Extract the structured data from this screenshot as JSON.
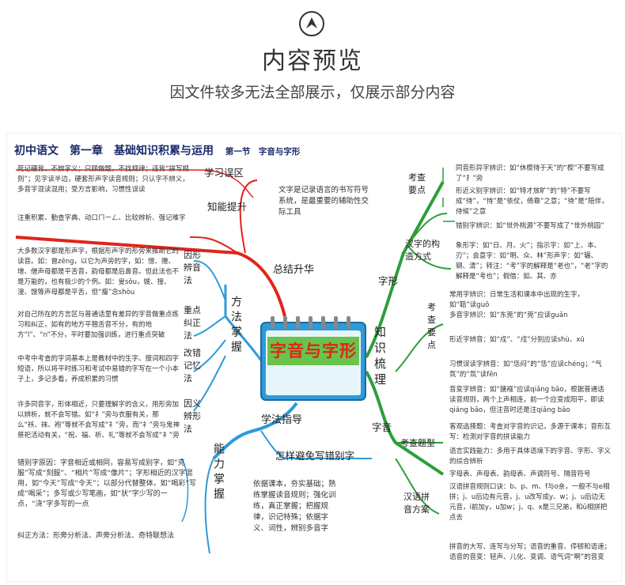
{
  "header": {
    "title": "内容预览",
    "subtitle": "因文件较多无法全部展示，仅展示部分内容"
  },
  "heading": {
    "chapter": "初中语文　第一章　基础知识积累与运用",
    "section": "第一节　字音与字形"
  },
  "center": {
    "title": "字音与字形"
  },
  "branches": {
    "summary": "总结升华",
    "knowledge": "知识梳理",
    "study": "学法指导",
    "zixing": "字形",
    "ziyin": "字音"
  },
  "left_top": {
    "learn_mistakes": "学习误区",
    "ability": "知能提升",
    "mistakes_text": "死记硬背，不辨字义；只顾做题，不找规律；违背“拼写规则”；见字读半边，硬套形声字读音规则；只认字不辨义，多音字混读混用；受方言影响，习惯性误读",
    "ability_text": "注重积累、勤查字典、动口ㄇㄧㄥ、比较辨析、强记难字"
  },
  "method": {
    "label": "方法掌握",
    "items": [
      {
        "name": "因形辨音法",
        "text": "大多数汉字都是形声字，根据形声字的形旁来推断它的读音。如：曾zēng，以它为声旁的字，如：憎、赠、增、僧声母都是平舌音，韵母都是后鼻音。但此法也不是万能的，也有极少的个例。如：叟sǒu，嫂、搜、溲、馊等声母都是平舌，但“瘦”念shòu"
      },
      {
        "name": "重点纠正法",
        "text": "对自己所在的方言区与普通话里有差异的字音做重点练习和纠正，如有的地方平翘舌音不分，有的地方“l”、“n”不分，平时要加强训练，进行重点突破"
      },
      {
        "name": "改错记忆法",
        "text": "中考中考查的字词基本上是教材中的生字、擅词和四字短语，所以将平时练习和考试中易错的字写在一个小本子上，多记多看，养成积累的习惯"
      },
      {
        "name": "因义辨形法",
        "text": "许多同音字，形体相近，只要理解字的含义，用形旁加以辨析，就不会写错。如“礻”旁与衣服有关，那么“袄、袜、袍”等就不会写成“礻”旁，而“礻”旁与鬼神祭祀活动有关，“祝、福、祈、礼”等就不会写成“衤”旁"
      }
    ]
  },
  "ability_mastery": {
    "label": "能力掌握",
    "cause": "错别字原因：字音相近或相同，容易写成别字，如“克服”写成“刻服”、“相片”写成“像片”；字形相近的汉字混用，如“今天”写成“令天”；以部分代替整体，如“喝彩”写成“喝采”；多写或少写笔画，如“状”字少写的一点，“浇”字多写的一点",
    "fix": "纠正方法：形旁分析法、声旁分析法、奇特联想法",
    "avoid_label": "怎样避免写错别字",
    "avoid_text": "依据课本，夯实基础；熟练掌握读音规则；强化训练，真正掌握；把握规律，识记特殊；依据字义、词性，辨别多音字"
  },
  "summary_text": "文字是记录语言的书写符号系统，是最重要的辅助性交际工具",
  "zixing": {
    "check_points": "考查要点",
    "construction": "汉字的构造方式",
    "items": [
      {
        "text": "同音形异字辨识：如“休楔待于天”的“楔”不要写成了“扌”旁"
      },
      {
        "text": "形近义别字辨识：如“特才放旷”的“特”不要写成“待”，“恃”是“依仗，倚靠”之意；“待”是“陪伴，侍候”之意"
      },
      {
        "text": "错别字辨识：如“世外桃源”不要写成了“世外桃园”"
      },
      {
        "text": "象形字：如“日、月、火”；指示字：如“上、本、刃”；会意字：如“明、众、林”形声字：如“辗、钢、清”；转注：“考”字的解释是“老也”，“老”字的解释是“考也”；假借：如、其、亦"
      }
    ]
  },
  "ziyin": {
    "check_points": "考查要点",
    "question_types": "考查题型",
    "pinyin": "汉语拼音方案",
    "items": [
      {
        "text": "常用字辨识：日常生活和课本中出现的生字，如“聒”读guō"
      },
      {
        "text": "多音字辨识：如“东莞”的“莞”应读guǎn"
      },
      {
        "text": "形近字辨音：如“戍”、“戌”分别应读shù、xū"
      },
      {
        "text": "习惯误读字辨音：如“恁闷”的“恁”应读chéng；“气氛”的“氛”读fēn"
      },
      {
        "text": "音变字辨音：如“搪襁”应读qiǎng bāo，根据普通话读音规则，两个上声相连，前一个应变成阳平，即读qiáng bāo，但注音时还是注qiǎng bāo"
      },
      {
        "text": "客观选择题：考查对字音的识记，多源于课本；音形互写：检测对字音的拼读能力"
      },
      {
        "text": "语言实践能力：多用于具体语境下的字音、字形、字义的综合辨析"
      },
      {
        "text": "字母表、声母表、韵母表、声调符号、隔音符号"
      },
      {
        "text": "汉语拼音规则口诀：b、p、m、f与o亲，一般不与e相拼；j、u后边有元音，j、u改写成y、w；j、u后边无元音，i前加y，u加w；j、q、x是三兄弟，和ü相拼把点去"
      },
      {
        "text": "拼音的大写、连写与分写；语音的重音、停顿和语速；语音的音变：轻声、儿化、变调、语气词“啊”的音变"
      }
    ]
  },
  "colors": {
    "red": "#e0241b",
    "green": "#2e9e3a",
    "blue": "#2f9ad8",
    "center_fill": "#6ac34b"
  }
}
